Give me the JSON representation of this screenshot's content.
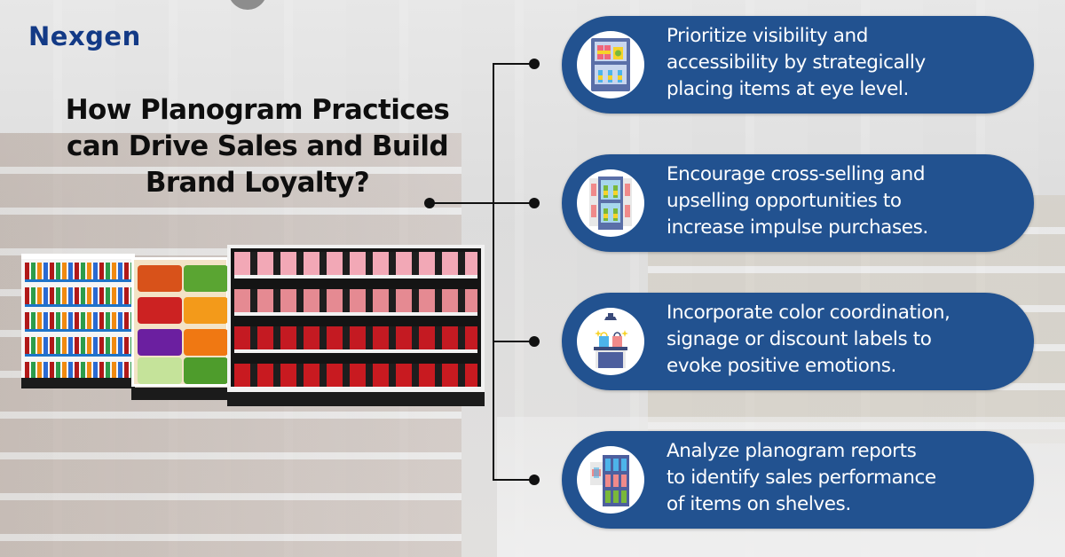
{
  "brand": {
    "logo_text": "Nexgen",
    "color": "#133a86"
  },
  "headline": {
    "lines": [
      "How Planogram Practices",
      "can Drive Sales and Build",
      "Brand Loyalty?"
    ]
  },
  "colors": {
    "pill_bg": "#225290",
    "connector": "#111111",
    "headline": "#0e0e0e"
  },
  "points": [
    {
      "icon": "display-fridge-icon",
      "lines": [
        "Prioritize visibility and",
        "accessibility by strategically",
        "placing items at eye level."
      ]
    },
    {
      "icon": "beverage-cooler-icon",
      "lines": [
        "Encourage cross-selling and",
        "upselling opportunities to",
        "increase impulse purchases."
      ]
    },
    {
      "icon": "display-counter-bags-icon",
      "lines": [
        "Incorporate color coordination,",
        "signage or discount labels to",
        "evoke positive emotions."
      ]
    },
    {
      "icon": "shelf-report-icon",
      "lines": [
        "Analyze planogram reports",
        "to identify sales performance",
        "of items on shelves."
      ]
    }
  ],
  "illustration": {
    "name": "supermarket-shelves-illustration",
    "sections": [
      "beverages",
      "produce",
      "meat"
    ]
  }
}
